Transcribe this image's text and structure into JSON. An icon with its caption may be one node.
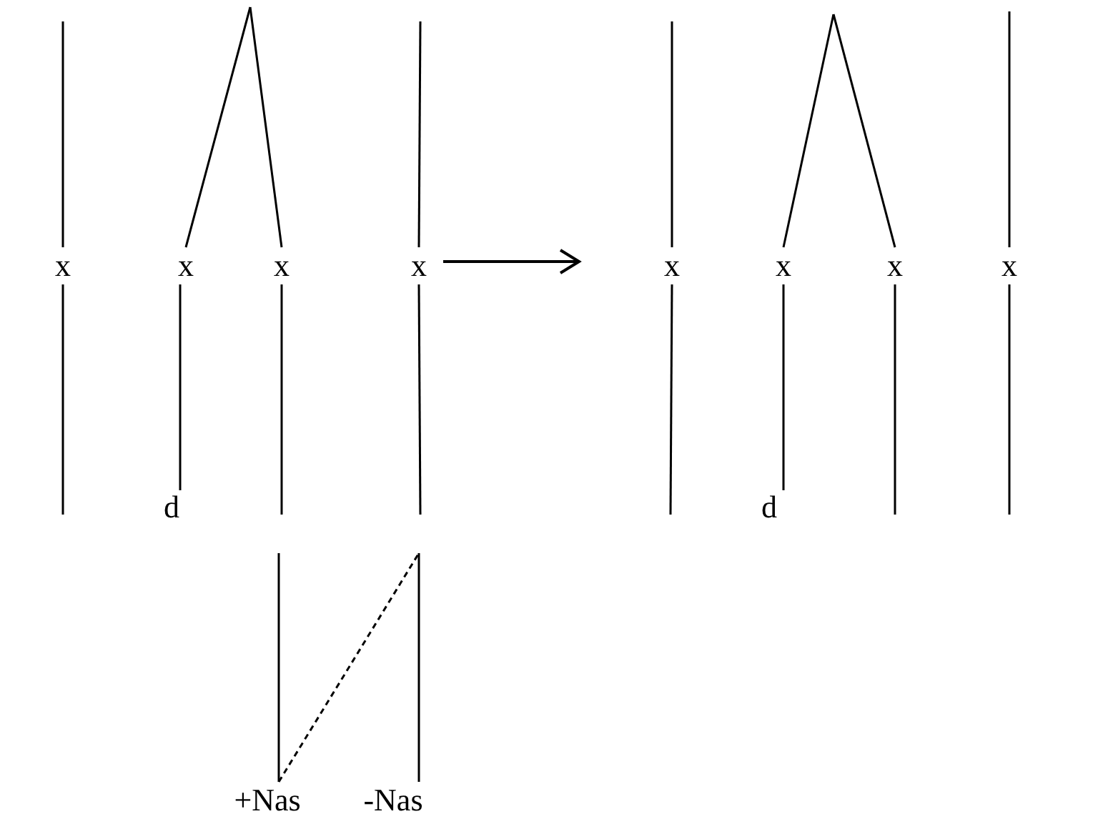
{
  "diagram": {
    "nodes": [
      {
        "text": [
          "x"
        ]
      },
      {
        "text": [
          "x"
        ]
      },
      {
        "text": [
          "x"
        ]
      },
      {
        "text": [
          "x"
        ]
      },
      {
        "text": [
          "x"
        ]
      },
      {
        "text": [
          "x"
        ]
      },
      {
        "text": [
          "x"
        ]
      },
      {
        "text": [
          "x"
        ]
      },
      {
        "text": [
          "d"
        ]
      },
      {
        "text": [
          "d"
        ]
      },
      {
        "text": [
          "+Nas"
        ]
      },
      {
        "text": [
          "-Nas"
        ]
      }
    ],
    "edges": [
      {
        "from": null,
        "to": 0,
        "arrow": "none"
      },
      {
        "from": null,
        "to": 1,
        "arrow": "none"
      },
      {
        "from": null,
        "to": 2,
        "arrow": "none"
      },
      {
        "from": null,
        "to": 3,
        "arrow": "none"
      },
      {
        "from": null,
        "to": 4,
        "arrow": "none"
      },
      {
        "from": null,
        "to": 5,
        "arrow": "none"
      },
      {
        "from": null,
        "to": 6,
        "arrow": "none"
      },
      {
        "from": null,
        "to": 7,
        "arrow": "none"
      },
      {
        "from": 0,
        "to": null,
        "arrow": "none"
      },
      {
        "from": 1,
        "to": 8,
        "arrow": "none"
      },
      {
        "from": 2,
        "to": null,
        "arrow": "none"
      },
      {
        "from": 3,
        "to": null,
        "arrow": "none"
      },
      {
        "from": 4,
        "to": null,
        "arrow": "none"
      },
      {
        "from": 5,
        "to": 9,
        "arrow": "none"
      },
      {
        "from": 6,
        "to": null,
        "arrow": "none"
      },
      {
        "from": 7,
        "to": null,
        "arrow": "none"
      },
      {
        "from": null,
        "to": 10,
        "arrow": "none"
      },
      {
        "from": null,
        "to": 11,
        "arrow": "none"
      },
      {
        "from": 10,
        "to": null,
        "arrow": "none",
        "style": "dashed"
      }
    ]
  }
}
